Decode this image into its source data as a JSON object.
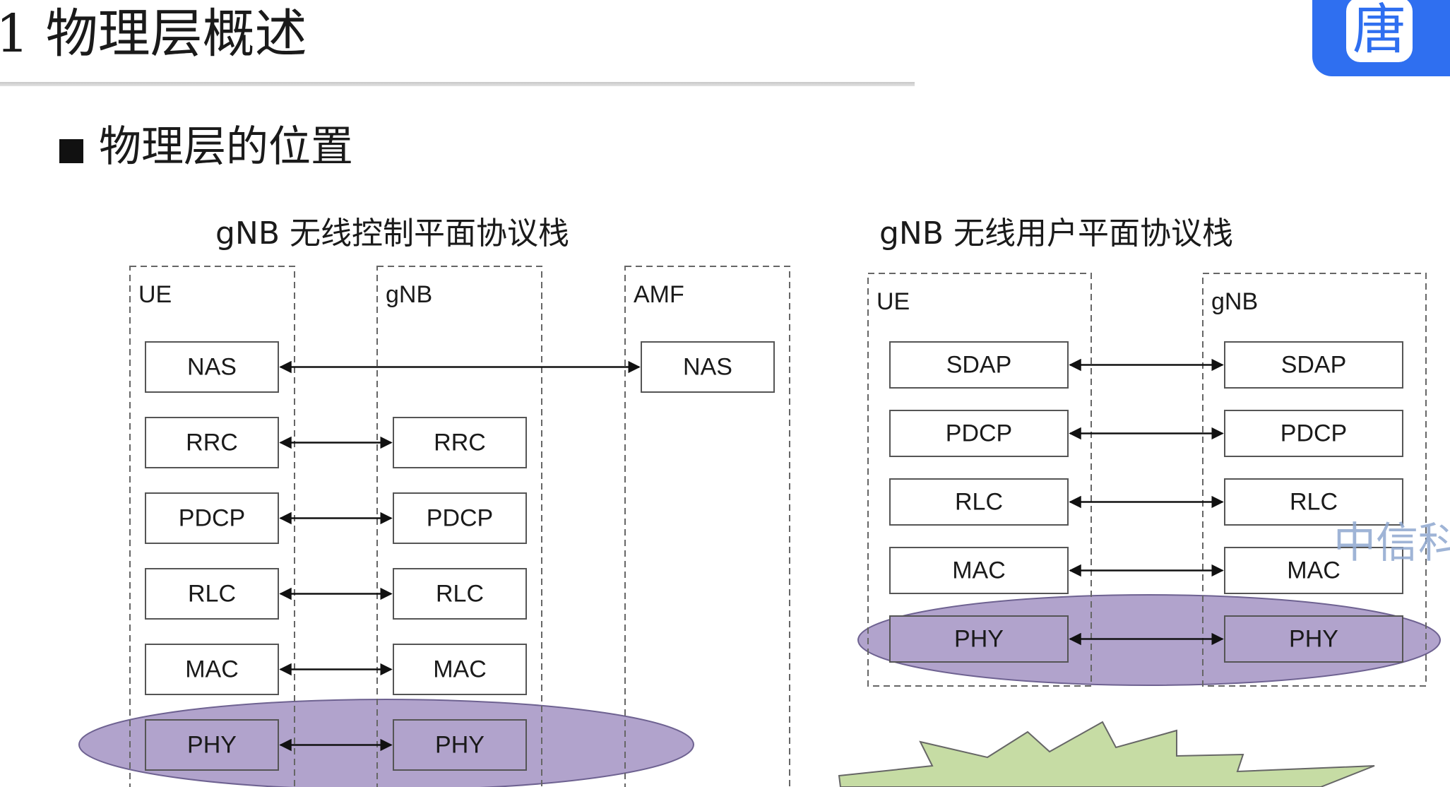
{
  "slide": {
    "title": "1 物理层概述",
    "section_heading": "物理层的位置"
  },
  "logo": {
    "glyph": "唐"
  },
  "watermark_text": "中信科",
  "diagrams": {
    "control_plane": {
      "title": "gNB 无线控制平面协议栈",
      "columns": [
        {
          "id": "ue",
          "label": "UE",
          "layers": [
            "NAS",
            "RRC",
            "PDCP",
            "RLC",
            "MAC",
            "PHY"
          ]
        },
        {
          "id": "gnb",
          "label": "gNB",
          "layers": [
            "RRC",
            "PDCP",
            "RLC",
            "MAC",
            "PHY"
          ]
        },
        {
          "id": "amf",
          "label": "AMF",
          "layers": [
            "NAS"
          ]
        }
      ],
      "links": [
        {
          "from": "ue",
          "to": "amf",
          "layer": "NAS"
        },
        {
          "from": "ue",
          "to": "gnb",
          "layer": "RRC"
        },
        {
          "from": "ue",
          "to": "gnb",
          "layer": "PDCP"
        },
        {
          "from": "ue",
          "to": "gnb",
          "layer": "RLC"
        },
        {
          "from": "ue",
          "to": "gnb",
          "layer": "MAC"
        },
        {
          "from": "ue",
          "to": "gnb",
          "layer": "PHY"
        }
      ],
      "highlight_layer": "PHY"
    },
    "user_plane": {
      "title": "gNB 无线用户平面协议栈",
      "columns": [
        {
          "id": "ue",
          "label": "UE",
          "layers": [
            "SDAP",
            "PDCP",
            "RLC",
            "MAC",
            "PHY"
          ]
        },
        {
          "id": "gnb",
          "label": "gNB",
          "layers": [
            "SDAP",
            "PDCP",
            "RLC",
            "MAC",
            "PHY"
          ]
        }
      ],
      "links": [
        {
          "from": "ue",
          "to": "gnb",
          "layer": "SDAP"
        },
        {
          "from": "ue",
          "to": "gnb",
          "layer": "PDCP"
        },
        {
          "from": "ue",
          "to": "gnb",
          "layer": "RLC"
        },
        {
          "from": "ue",
          "to": "gnb",
          "layer": "MAC"
        },
        {
          "from": "ue",
          "to": "gnb",
          "layer": "PHY"
        }
      ],
      "highlight_layer": "PHY"
    }
  },
  "colors": {
    "highlight_fill": "#b1a3cc",
    "highlight_stroke": "#6e6291",
    "box_stroke": "#555555",
    "dashed_stroke": "#666666",
    "starburst_fill": "#c6dca4",
    "starburst_stroke": "#666666",
    "text": "#1a1a1a"
  }
}
